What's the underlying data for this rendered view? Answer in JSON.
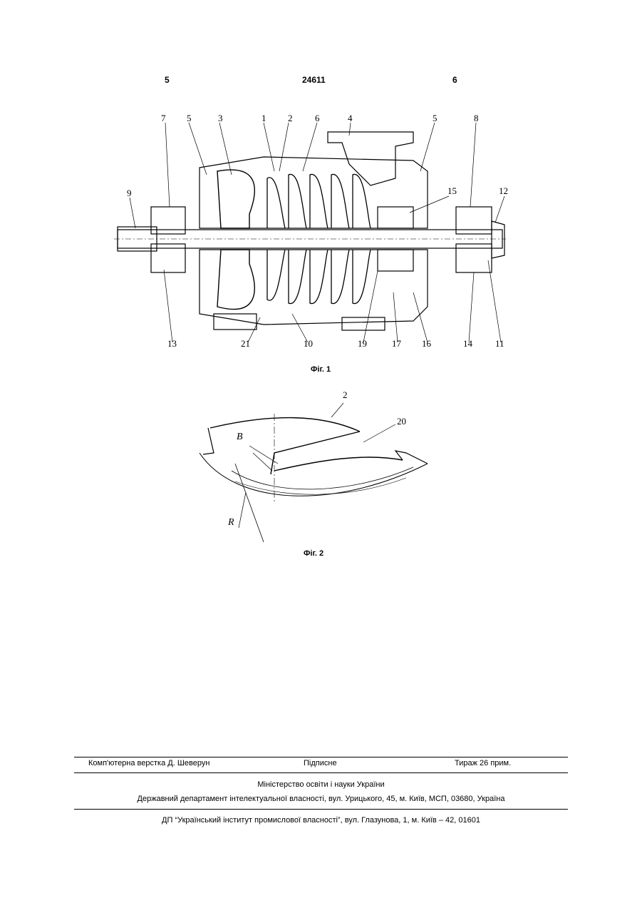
{
  "header": {
    "page_left": "5",
    "patent_number": "24611",
    "page_right": "6"
  },
  "figure1": {
    "caption": "Фіг. 1",
    "labels": [
      "7",
      "5",
      "3",
      "1",
      "2",
      "6",
      "4",
      "5",
      "8",
      "9",
      "15",
      "12",
      "13",
      "21",
      "10",
      "19",
      "17",
      "16",
      "14",
      "11"
    ]
  },
  "figure2": {
    "caption": "Фіг. 2",
    "labels": [
      "2",
      "20",
      "B",
      "R"
    ]
  },
  "footer": {
    "layout": "Комп'ютерна верстка Д. Шеверун",
    "signed": "Підписне",
    "circulation": "Тираж 26 прим.",
    "ministry": "Міністерство освіти і науки України",
    "department": "Державний департамент інтелектуальної власності, вул. Урицького, 45, м. Київ, МСП, 03680, Україна",
    "institute": "ДП “Український інститут промислової власності”, вул. Глазунова, 1, м. Київ – 42, 01601"
  }
}
